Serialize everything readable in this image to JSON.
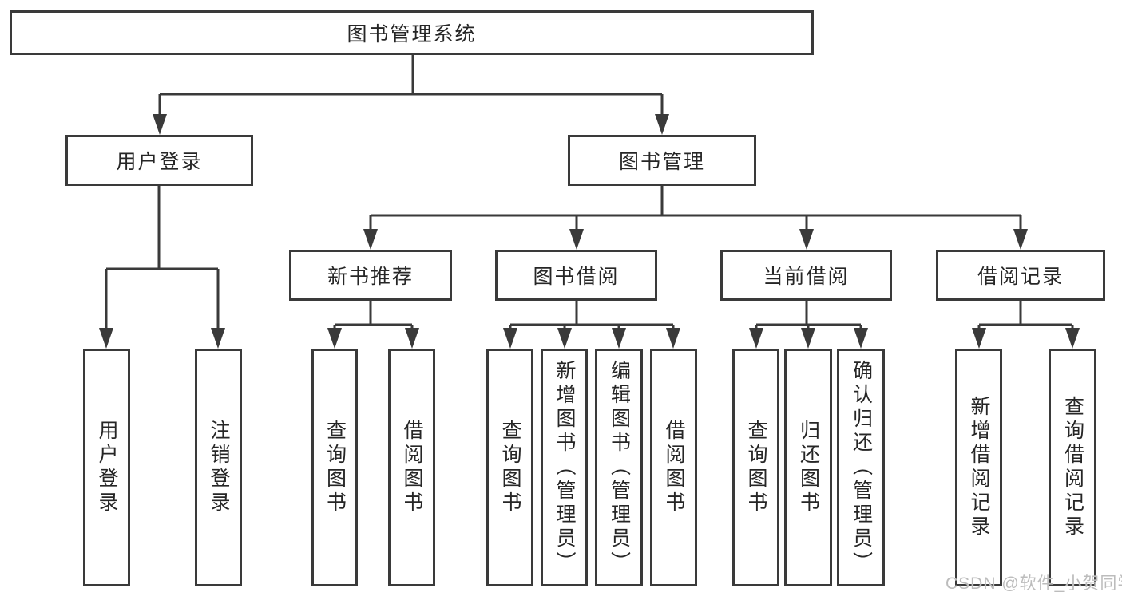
{
  "tree": {
    "root": {
      "label": "图书管理系统",
      "children": [
        {
          "label": "用户登录",
          "leaves": [
            "用户登录",
            "注销登录"
          ]
        },
        {
          "label": "图书管理",
          "children": [
            {
              "label": "新书推荐",
              "leaves": [
                "查询图书",
                "借阅图书"
              ]
            },
            {
              "label": "图书借阅",
              "leaves": [
                "查询图书",
                "新增图书（管理员）",
                "编辑图书（管理员）",
                "借阅图书"
              ]
            },
            {
              "label": "当前借阅",
              "leaves": [
                "查询图书",
                "归还图书",
                "确认归还（管理员）"
              ]
            },
            {
              "label": "借阅记录",
              "leaves": [
                "新增借阅记录",
                "查询借阅记录"
              ]
            }
          ]
        }
      ]
    }
  },
  "colors": {
    "line": "#3a3a3a",
    "text": "#262626",
    "watermark": "#bcbcbc"
  },
  "watermark": {
    "text": "CSDN @软件_小贺同学"
  }
}
